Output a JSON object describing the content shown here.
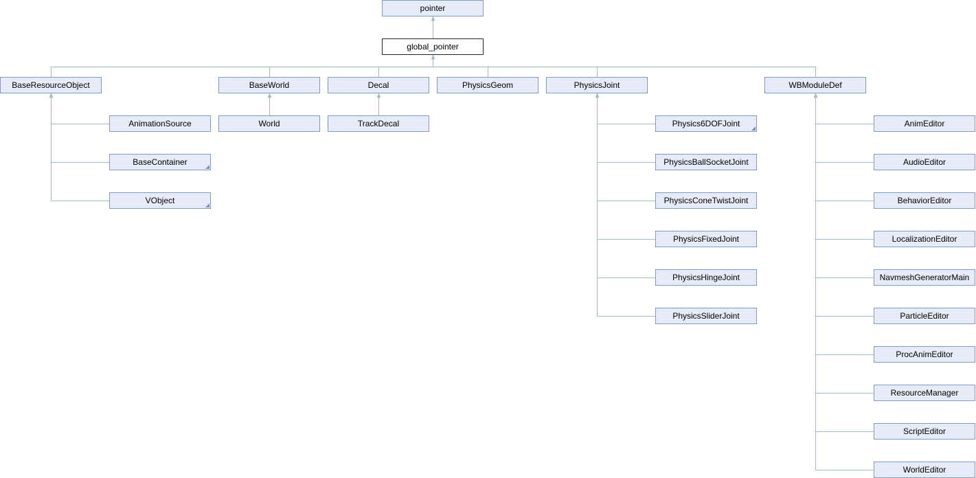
{
  "diagram": {
    "root": {
      "label": "pointer"
    },
    "current": {
      "label": "global_pointer"
    },
    "base_resource_object": {
      "label": "BaseResourceObject"
    },
    "animation_source": {
      "label": "AnimationSource"
    },
    "base_container": {
      "label": "BaseContainer"
    },
    "vobject": {
      "label": "VObject"
    },
    "base_world": {
      "label": "BaseWorld"
    },
    "world": {
      "label": "World"
    },
    "decal": {
      "label": "Decal"
    },
    "track_decal": {
      "label": "TrackDecal"
    },
    "physics_geom": {
      "label": "PhysicsGeom"
    },
    "physics_joint": {
      "label": "PhysicsJoint"
    },
    "physics_6dof_joint": {
      "label": "Physics6DOFJoint"
    },
    "physics_ball_socket_joint": {
      "label": "PhysicsBallSocketJoint"
    },
    "physics_cone_twist_joint": {
      "label": "PhysicsConeTwistJoint"
    },
    "physics_fixed_joint": {
      "label": "PhysicsFixedJoint"
    },
    "physics_hinge_joint": {
      "label": "PhysicsHingeJoint"
    },
    "physics_slider_joint": {
      "label": "PhysicsSliderJoint"
    },
    "wb_module_def": {
      "label": "WBModuleDef"
    },
    "anim_editor": {
      "label": "AnimEditor"
    },
    "audio_editor": {
      "label": "AudioEditor"
    },
    "behavior_editor": {
      "label": "BehaviorEditor"
    },
    "localization_editor": {
      "label": "LocalizationEditor"
    },
    "navmesh_generator_main": {
      "label": "NavmeshGeneratorMain"
    },
    "particle_editor": {
      "label": "ParticleEditor"
    },
    "proc_anim_editor": {
      "label": "ProcAnimEditor"
    },
    "resource_manager": {
      "label": "ResourceManager"
    },
    "script_editor": {
      "label": "ScriptEditor"
    },
    "world_editor": {
      "label": "WorldEditor"
    }
  },
  "colors": {
    "edge": "#9bb9d6",
    "node_fill": "#e6ebf7",
    "node_border": "#8497c9",
    "current_border": "#222222"
  }
}
